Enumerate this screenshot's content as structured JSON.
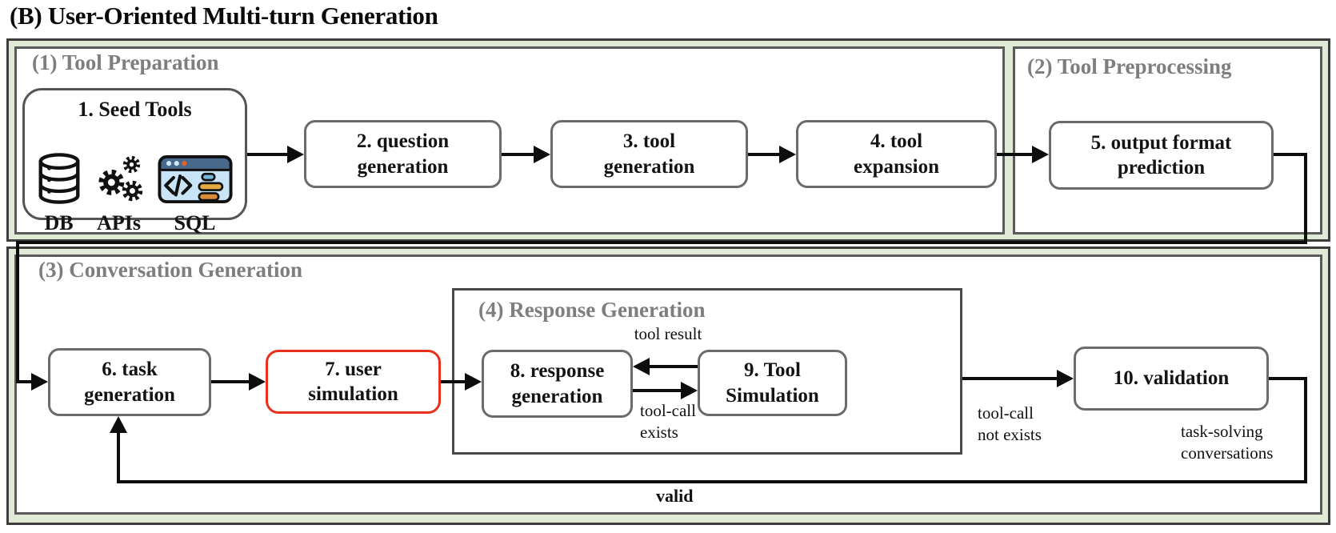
{
  "title": "(B) User-Oriented Multi-turn Generation",
  "sections": {
    "tool_preparation": {
      "label": "(1) Tool Preparation"
    },
    "tool_preprocessing": {
      "label": "(2) Tool Preprocessing"
    },
    "conversation_generation": {
      "label": "(3) Conversation Generation"
    },
    "response_generation": {
      "label": "(4) Response Generation"
    }
  },
  "nodes": {
    "seed_tools": {
      "label": "1. Seed Tools"
    },
    "question_generation": {
      "label": "2. question\ngeneration"
    },
    "tool_generation": {
      "label": "3. tool\ngeneration"
    },
    "tool_expansion": {
      "label": "4. tool\nexpansion"
    },
    "output_format_prediction": {
      "label": "5. output format\nprediction"
    },
    "task_generation": {
      "label": "6. task\ngeneration"
    },
    "user_simulation": {
      "label": "7. user\nsimulation"
    },
    "response_generation": {
      "label": "8. response\ngeneration"
    },
    "tool_simulation": {
      "label": "9. Tool\nSimulation"
    },
    "validation": {
      "label": "10. validation"
    }
  },
  "seed_items": [
    {
      "label": "DB",
      "icon": "database-icon"
    },
    {
      "label": "APIs",
      "icon": "gears-icon"
    },
    {
      "label": "SQL",
      "icon": "sql-window-icon"
    }
  ],
  "edge_labels": {
    "tool_result": "tool result",
    "tool_call_exists": "tool-call\nexists",
    "tool_call_not_exists": "tool-call\nnot exists",
    "task_solving": "task-solving\nconversations",
    "valid": "valid"
  },
  "colors": {
    "container_bg": "#e0ead6",
    "container_border": "#3d3d3d",
    "section_border": "#5a5a5a",
    "box_border": "#6b6b6b",
    "highlight_red": "#e8301d",
    "section_label_gray": "#7e7e7e",
    "line_black": "#0d0d0d",
    "sql_header_blue": "#47688a",
    "sql_body_blue": "#c9e4f6",
    "sql_bar_blue": "#74b8dd",
    "sql_bar_yellow": "#e5ab41",
    "sql_bar_orange": "#dc8b36"
  }
}
